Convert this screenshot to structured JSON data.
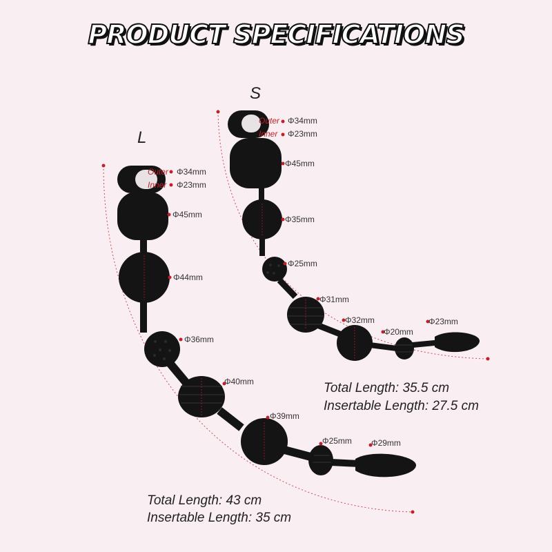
{
  "title": "PRODUCT SPECIFICATIONS",
  "colors": {
    "background": "#f9eef1",
    "product": "#141414",
    "marker": "#c0202a",
    "text": "#222222"
  },
  "sizes": {
    "large": {
      "letter": "L",
      "outer_label": "Outer",
      "inner_label": "Inner",
      "ring_outer": "Φ34mm",
      "ring_inner": "Φ23mm",
      "beads": [
        "Φ45mm",
        "Φ44mm",
        "Φ36mm",
        "Φ40mm",
        "Φ39mm",
        "Φ25mm",
        "Φ29mm"
      ],
      "total_length": "Total Length: 43 cm",
      "insertable_length": "Insertable Length: 35 cm"
    },
    "small": {
      "letter": "S",
      "outer_label": "Outer",
      "inner_label": "Inner",
      "ring_outer": "Φ34mm",
      "ring_inner": "Φ23mm",
      "beads": [
        "Φ45mm",
        "Φ35mm",
        "Φ25mm",
        "Φ31mm",
        "Φ32mm",
        "Φ20mm",
        "Φ23mm"
      ],
      "total_length": "Total Length: 35.5 cm",
      "insertable_length": "Insertable Length: 27.5 cm"
    }
  }
}
